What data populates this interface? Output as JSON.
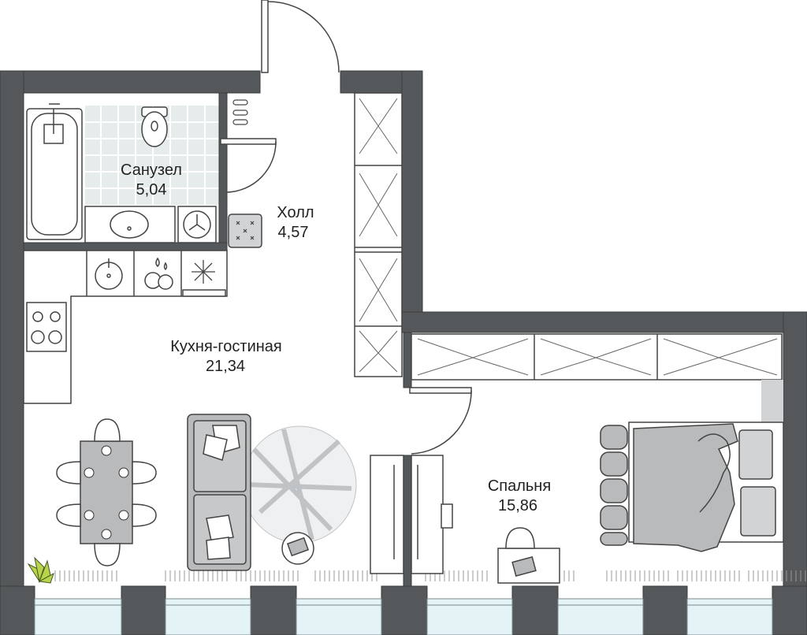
{
  "colors": {
    "wall": "#55585a",
    "wall_edge": "#3a3c3e",
    "line": "#444444",
    "furniture_fill": "#b9babb",
    "furniture_light": "#d2d3d4",
    "tile": "#e6ecec",
    "window": "#e3f3f6",
    "plant": "#b8d44a",
    "text": "#222222"
  },
  "rooms": [
    {
      "key": "bathroom",
      "name": "Санузел",
      "area": "5,04"
    },
    {
      "key": "hall",
      "name": "Холл",
      "area": "4,57"
    },
    {
      "key": "kitchen_living",
      "name": "Кухня-гостиная",
      "area": "21,34"
    },
    {
      "key": "bedroom",
      "name": "Спальня",
      "area": "15,86"
    }
  ]
}
